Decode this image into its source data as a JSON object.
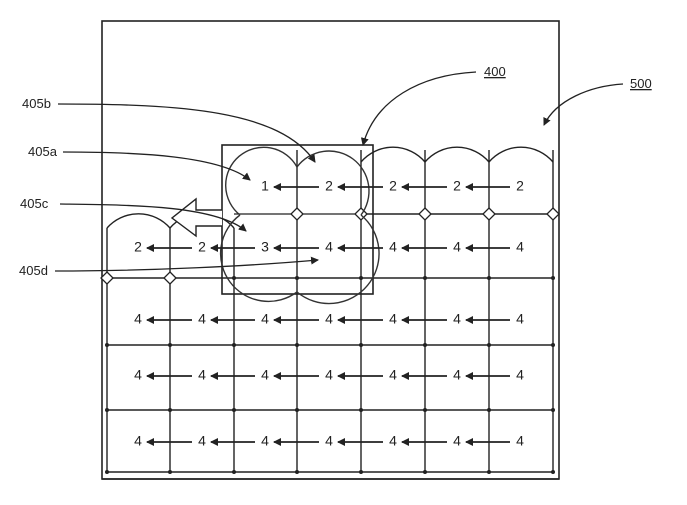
{
  "figure": {
    "type": "patent-diagram",
    "reference_labels": [
      {
        "id": "405b",
        "text": "405b",
        "underlined": false
      },
      {
        "id": "405a",
        "text": "405a",
        "underlined": false
      },
      {
        "id": "405c",
        "text": "405c",
        "underlined": false
      },
      {
        "id": "405d",
        "text": "405d",
        "underlined": false
      },
      {
        "id": "400",
        "text": "400",
        "underlined": true
      },
      {
        "id": "500",
        "text": "500",
        "underlined": true
      }
    ],
    "grid": {
      "columns": 7,
      "rows": [
        {
          "row": 1,
          "values": [
            null,
            null,
            "1",
            "2",
            "2",
            "2",
            "2"
          ]
        },
        {
          "row": 2,
          "values": [
            "2",
            "2",
            "3",
            "4",
            "4",
            "4",
            "4"
          ]
        },
        {
          "row": 3,
          "values": [
            "4",
            "4",
            "4",
            "4",
            "4",
            "4",
            "4"
          ]
        },
        {
          "row": 4,
          "values": [
            "4",
            "4",
            "4",
            "4",
            "4",
            "4",
            "4"
          ]
        },
        {
          "row": 5,
          "values": [
            "4",
            "4",
            "4",
            "4",
            "4",
            "4",
            "4"
          ]
        }
      ],
      "arrow_direction": "left"
    },
    "colors": {
      "line": "#222222",
      "background": "#ffffff"
    }
  }
}
